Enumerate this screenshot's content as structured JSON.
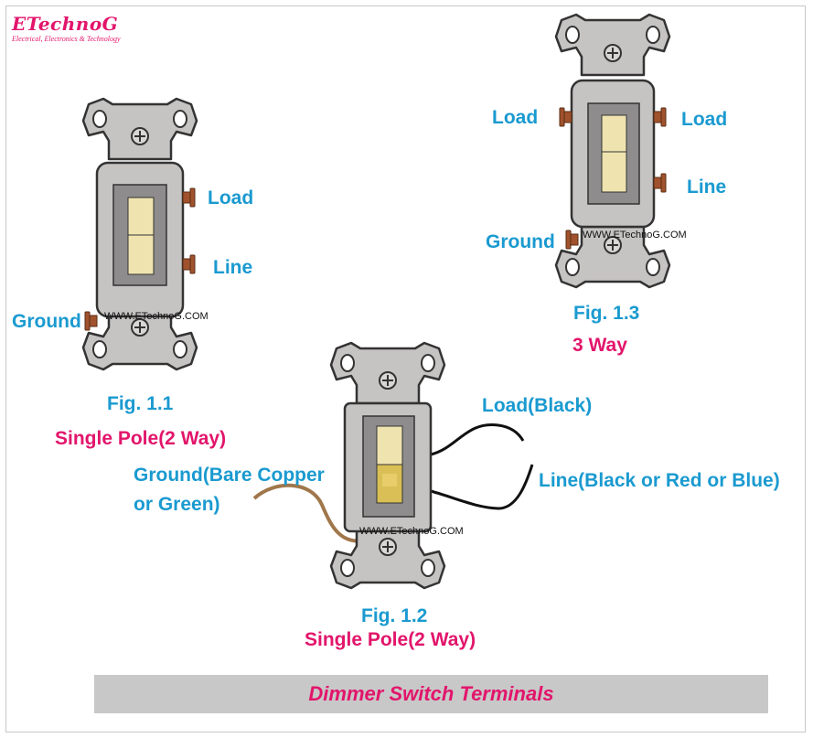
{
  "logo": {
    "main": "ETechnoG",
    "tagline": "Electrical, Electronics & Technology"
  },
  "watermark": "WWW.ETechnoG.COM",
  "fig1_1": {
    "load": "Load",
    "line": "Line",
    "ground": "Ground",
    "fig_label": "Fig. 1.1",
    "type": "Single Pole(2 Way)"
  },
  "fig1_2": {
    "load": "Load(Black)",
    "line": "Line(Black or Red or Blue)",
    "ground_line1": "Ground(Bare Copper",
    "ground_line2": "or Green)",
    "fig_label": "Fig. 1.2",
    "type": "Single Pole(2 Way)"
  },
  "fig1_3": {
    "load_left": "Load",
    "load_right": "Load",
    "line": "Line",
    "ground": "Ground",
    "fig_label": "Fig. 1.3",
    "type": "3 Way"
  },
  "caption": "Dimmer Switch Terminals",
  "colors": {
    "label_blue": "#1a9ad0",
    "label_pink": "#e2156b",
    "switch_body": "#c6c3c3",
    "switch_outline": "#333333",
    "toggle": "#efe4b0",
    "screw": "#a0522d",
    "copper_wire": "#a0764b",
    "caption_bar": "#c8c8c8"
  },
  "icons": [
    "switch-icon",
    "screw-icon",
    "wire-icon"
  ]
}
